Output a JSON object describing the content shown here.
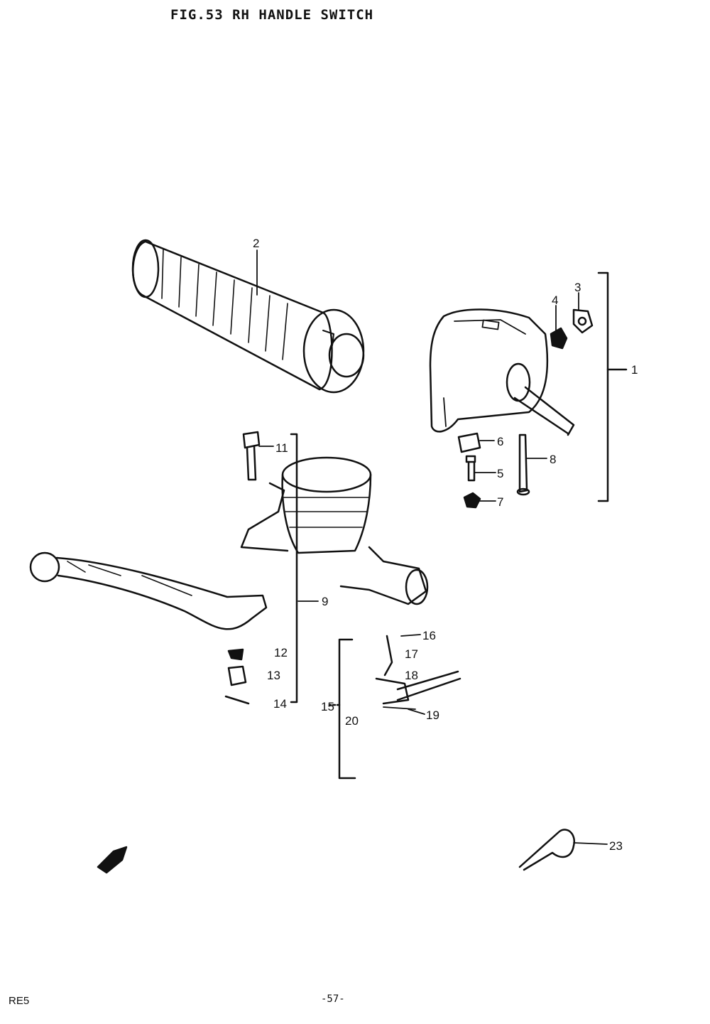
{
  "page": {
    "title": "FIG.53  RH HANDLE SWITCH",
    "footer_code": "RE5",
    "page_number": "-57-"
  },
  "callouts": [
    {
      "number": "1"
    },
    {
      "number": "2"
    },
    {
      "number": "3"
    },
    {
      "number": "4"
    },
    {
      "number": "5"
    },
    {
      "number": "6"
    },
    {
      "number": "7"
    },
    {
      "number": "8"
    },
    {
      "number": "9"
    },
    {
      "number": "11"
    },
    {
      "number": "12"
    },
    {
      "number": "13"
    },
    {
      "number": "14"
    },
    {
      "number": "15"
    },
    {
      "number": "16"
    },
    {
      "number": "17"
    },
    {
      "number": "18"
    },
    {
      "number": "19"
    },
    {
      "number": "20"
    },
    {
      "number": "23"
    }
  ]
}
